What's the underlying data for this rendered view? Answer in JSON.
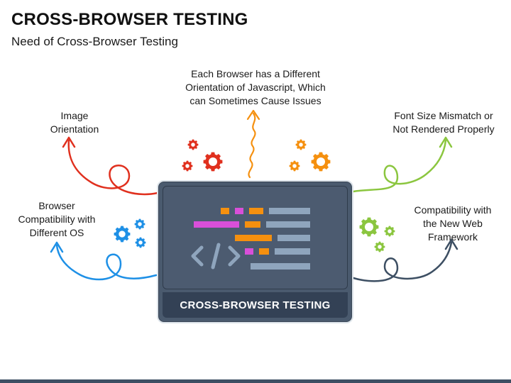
{
  "header": {
    "title": "CROSS-BROWSER TESTING",
    "subtitle": "Need of Cross-Browser Testing"
  },
  "callouts": {
    "top": [
      "Each Browser has a Different",
      "Orientation of Javascript, Which",
      "can Sometimes Cause Issues"
    ],
    "image_orientation": [
      "Image",
      "Orientation"
    ],
    "font_size": [
      "Font Size Mismatch or",
      "Not Rendered Properly"
    ],
    "browser_os": [
      "Browser",
      "Compatibility with",
      "Different OS"
    ],
    "web_framework": [
      "Compatibility with",
      "the New Web",
      "Framework"
    ]
  },
  "center_panel": {
    "caption": "CROSS-BROWSER TESTING",
    "code_icon": "code-brackets-icon"
  },
  "colors": {
    "red": "#e0301e",
    "orange": "#f5900f",
    "green": "#8bc63f",
    "blue": "#1e90e6",
    "navy": "#3d4f63",
    "magenta": "#d94fd9",
    "slate_bar": "#8fa5bd"
  }
}
